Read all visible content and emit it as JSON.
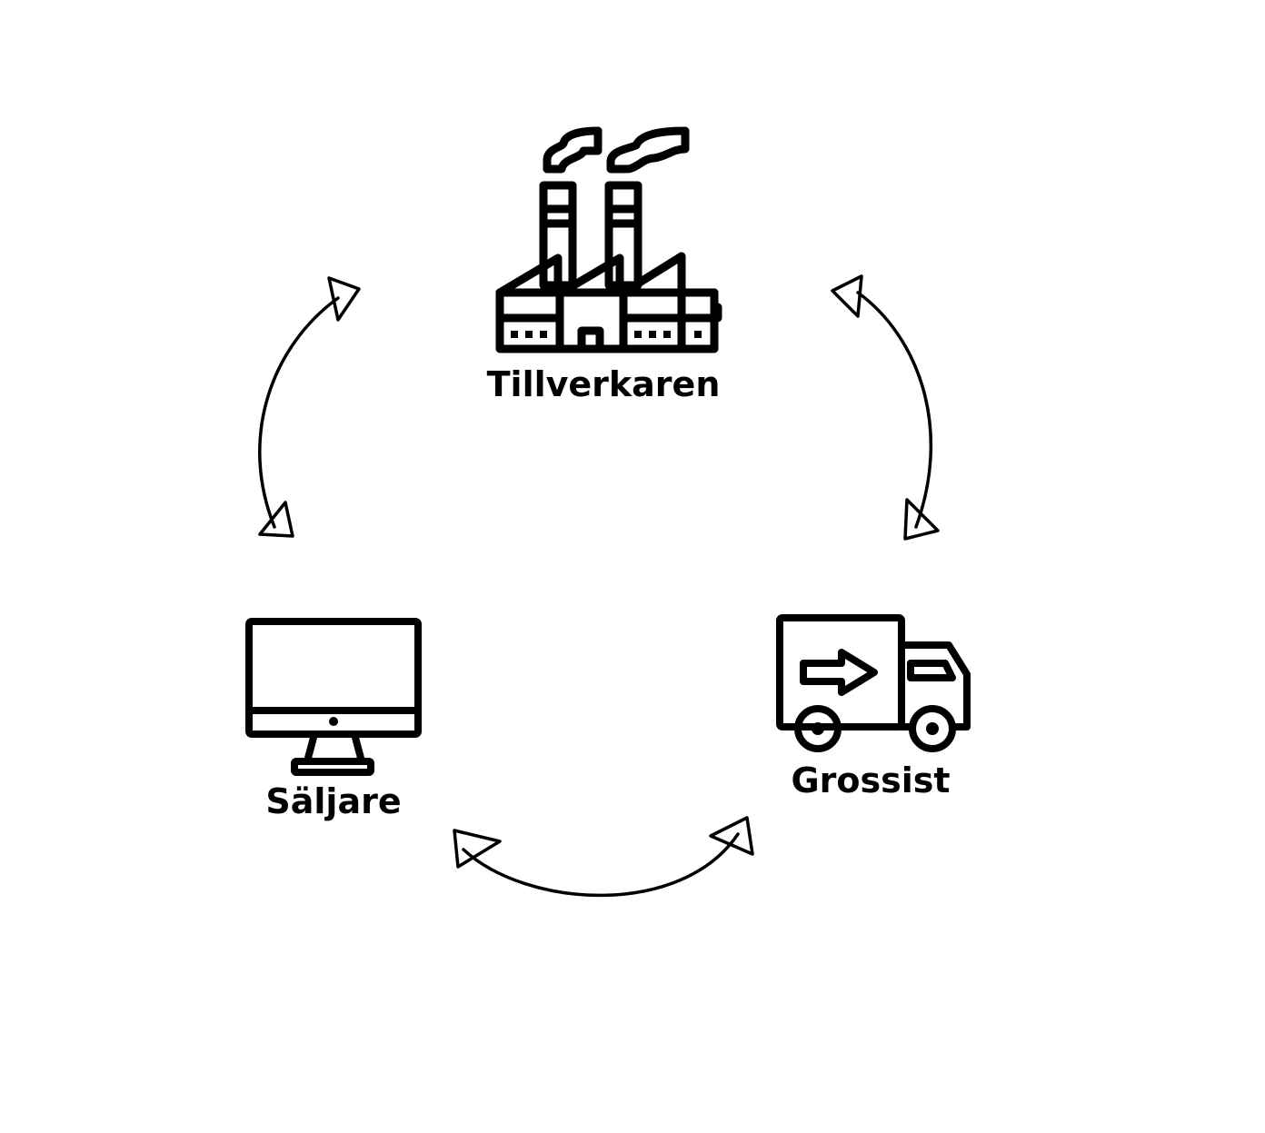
{
  "diagram": {
    "type": "cycle",
    "nodes": [
      {
        "id": "factory",
        "label": "Tillverkaren",
        "icon": "factory-icon"
      },
      {
        "id": "seller",
        "label": "Säljare",
        "icon": "computer-monitor-icon"
      },
      {
        "id": "wholesaler",
        "label": "Grossist",
        "icon": "delivery-truck-icon"
      }
    ],
    "edges": [
      {
        "from": "factory",
        "to": "seller",
        "bidirectional": true
      },
      {
        "from": "factory",
        "to": "wholesaler",
        "bidirectional": true
      },
      {
        "from": "seller",
        "to": "wholesaler",
        "bidirectional": true
      }
    ]
  },
  "colors": {
    "stroke": "#000000",
    "background": "#ffffff"
  }
}
